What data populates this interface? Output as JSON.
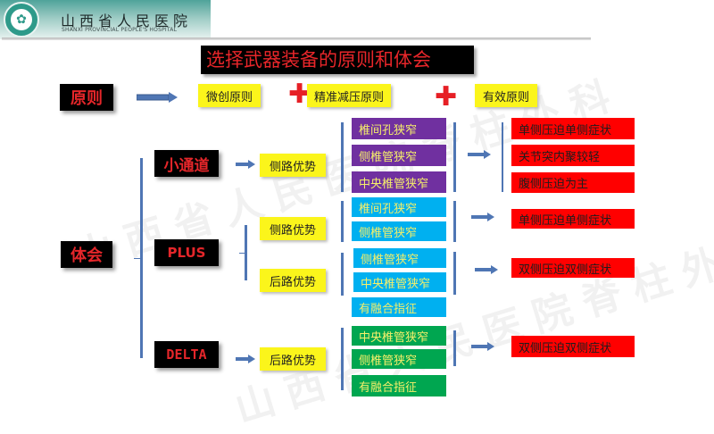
{
  "header": {
    "logo_icon": "hospital-dove-logo",
    "hospital_name_cn": "山西省人民医院",
    "hospital_name_en": "SHANXI PROVINCIAL PEOPLE'S HOSPITAL"
  },
  "title": "选择武器装备的原则和体会",
  "watermark": "山西省人民医院脊柱外科",
  "principles": {
    "label": "原则",
    "items": [
      "微创原则",
      "精准减压原则",
      "有效原则"
    ],
    "plus_icon": "plus-icon"
  },
  "experience": {
    "label": "体会",
    "channels": [
      {
        "name": "小通道",
        "approaches": [
          {
            "label": "侧路优势",
            "indications": [
              "椎间孔狭窄",
              "侧椎管狭窄",
              "中央椎管狭窄"
            ],
            "results": [
              "单侧压迫单侧症状",
              "关节突内聚较轻",
              "腹侧压迫为主"
            ]
          }
        ]
      },
      {
        "name": "PLUS",
        "approaches": [
          {
            "label": "侧路优势",
            "indications": [
              "椎间孔狭窄",
              "侧椎管狭窄"
            ],
            "results": [
              "单侧压迫单侧症状"
            ]
          },
          {
            "label": "后路优势",
            "indications": [
              "侧椎管狭窄",
              "中央椎管狭窄",
              "有融合指征"
            ],
            "results": [
              "双侧压迫双侧症状"
            ]
          }
        ]
      },
      {
        "name": "DELTA",
        "approaches": [
          {
            "label": "后路优势",
            "indications": [
              "中央椎管狭窄",
              "侧椎管狭窄",
              "有融合指征"
            ],
            "results": [
              "双侧压迫双侧症状"
            ]
          }
        ]
      }
    ]
  },
  "colors": {
    "title_red": "#e8262a",
    "label_bg": "#000000",
    "yellow": "#fbf51b",
    "purple": "#7030a0",
    "cyan": "#00b0f0",
    "green": "#00a650",
    "red": "#ff0000",
    "connector_blue": "#4f76b4"
  }
}
